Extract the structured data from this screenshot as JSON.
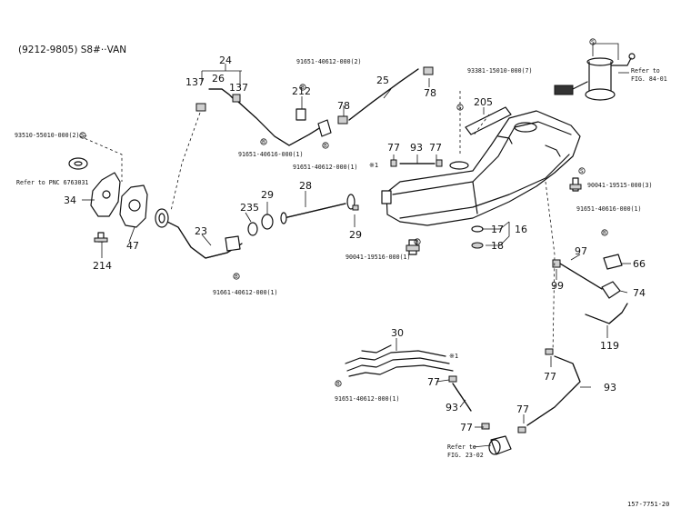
{
  "header": {
    "title": "(9212-9805) S8#··VAN"
  },
  "footer": {
    "figure_code": "157-7751-20"
  },
  "part_numbers": {
    "p24": "24",
    "p26": "26",
    "p137a": "137",
    "p137b": "137",
    "p25": "25",
    "p212": "212",
    "p78a": "78",
    "p78b": "78",
    "p205": "205",
    "p77a": "77",
    "p93a": "93",
    "p77b": "77",
    "p28": "28",
    "p29a": "29",
    "p29b": "29",
    "p235": "235",
    "p23": "23",
    "p34": "34",
    "p47": "47",
    "p214": "214",
    "p17": "17",
    "p16": "16",
    "p18": "18",
    "p97": "97",
    "p66": "66",
    "p99": "99",
    "p74": "74",
    "p119": "119",
    "p30": "30",
    "p77c": "77",
    "p93b": "93",
    "p77d": "77",
    "p77e": "77",
    "p77f": "77",
    "p93c": "93"
  },
  "callouts": {
    "c_91651_40612_2": "91651-40612-000(2)",
    "c_93381_15010_7": "93381-15010-000(7)",
    "c_93510_55010_2": "93510-55010-000(2) —",
    "c_91651_40616_1": "91651-40616-000(1)",
    "c_91651_40612_1a": "91651-40612-000(1)",
    "c_90041_19515_3": "90041-19515-000(3)",
    "c_91651_40616_1b": "91651-40616-000(1)",
    "c_90041_19516_1": "90041-19516-000(1)",
    "c_91661_40612_1": "91661-40612-000(1)",
    "c_91651_40612_1b": "91651-40612-000(1)",
    "ref_pnc": "Refer to PNC 6763031",
    "ref_fig84_a": "Refer to",
    "ref_fig84_b": "FIG. 84-01",
    "ref_fig23_a": "Refer to",
    "ref_fig23_b": "FIG. 23-02",
    "note_mark_a": "※1",
    "note_mark_b": "※1"
  },
  "circle_marks": {
    "m1": "S",
    "m2": "S",
    "m3": "S",
    "m4": "B",
    "m5": "B",
    "m6": "B",
    "m7": "B",
    "m8": "B",
    "m9": "B",
    "m10": "B",
    "m11": "S"
  }
}
